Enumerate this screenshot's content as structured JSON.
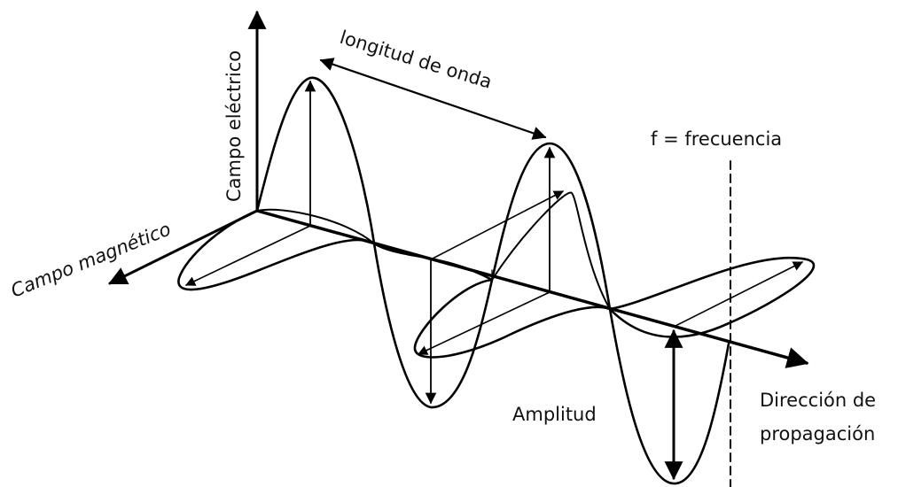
{
  "labels": {
    "electric_field": "Campo eléctrico",
    "magnetic_field": "Campo magnético",
    "wavelength": "longitud de onda",
    "frequency": "f = frecuencia",
    "amplitude": "Amplitud",
    "propagation_line1": "Dirección de",
    "propagation_line2": "propagación"
  },
  "colors": {
    "ink": "#000000",
    "background": "#ffffff"
  }
}
